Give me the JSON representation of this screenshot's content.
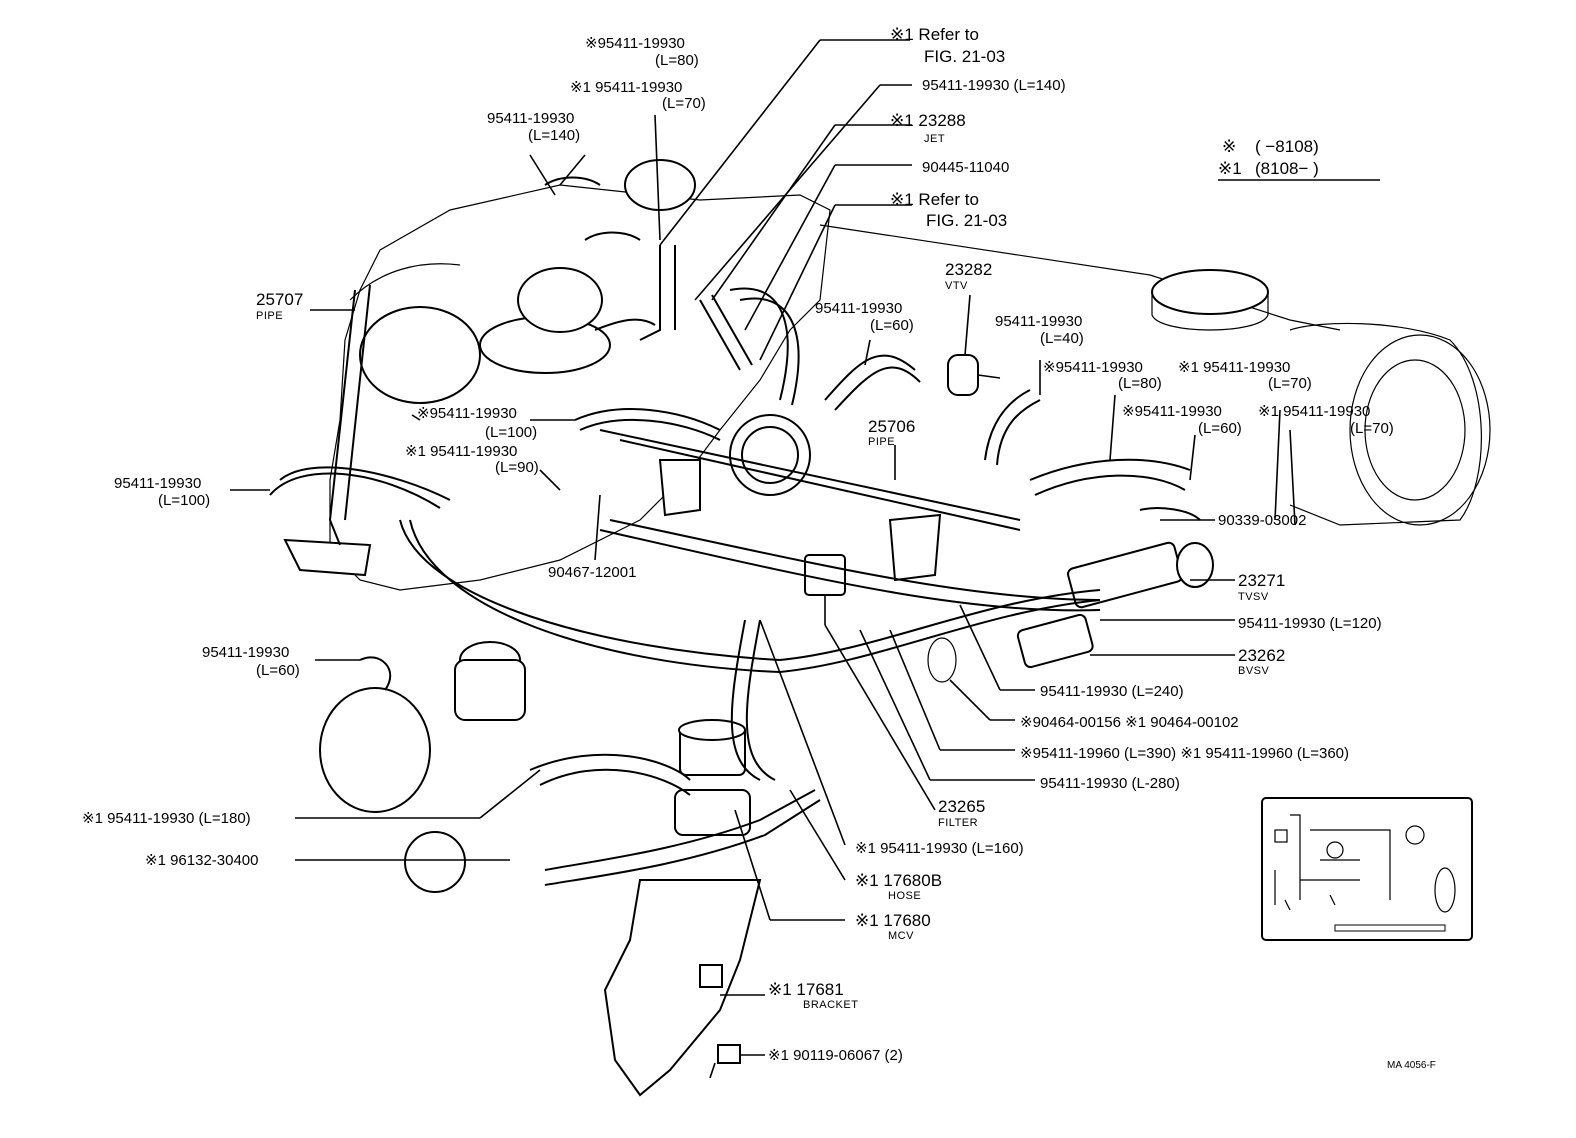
{
  "legend": {
    "row1_mark": "※",
    "row1_range": "(      −8108)",
    "row2_mark": "※1",
    "row2_range": "(8108−         )"
  },
  "labels": {
    "a1": {
      "pn": "※95411-19930",
      "sub": "(L=80)"
    },
    "a2": {
      "pn": "※1 95411-19930",
      "sub": "(L=70)"
    },
    "a3": {
      "pn": "95411-19930",
      "sub": "(L=140)"
    },
    "a4": {
      "pn": "※1 Refer to",
      "sub": "FIG. 21-03"
    },
    "a5": {
      "pn": "95411-19930 (L=140)"
    },
    "a6": {
      "pn": "※1 23288",
      "sub": "JET"
    },
    "a7": {
      "pn": "90445-11040"
    },
    "a8": {
      "pn": "※1 Refer to",
      "sub": "FIG. 21-03"
    },
    "a9": {
      "pn": "25707",
      "sub": "PIPE"
    },
    "a10": {
      "pn": "23282",
      "sub": "VTV"
    },
    "a11": {
      "pn": "95411-19930",
      "sub": "(L=60)"
    },
    "a12": {
      "pn": "95411-19930",
      "sub": "(L=40)"
    },
    "a13": {
      "pn": "※95411-19930",
      "sub": "(L=80)"
    },
    "a14": {
      "pn": "※1 95411-19930",
      "sub": "(L=70)"
    },
    "a15": {
      "pn": "※95411-19930",
      "sub": "(L=60)"
    },
    "a16": {
      "pn": "※1 95411-19930",
      "sub": "(L=70)"
    },
    "a17": {
      "pn": "※95411-19930",
      "sub": "(L=100)"
    },
    "a18": {
      "pn": "※1 95411-19930",
      "sub": "(L=90)"
    },
    "a19": {
      "pn": "25706",
      "sub": "PIPE"
    },
    "a20": {
      "pn": "95411-19930",
      "sub": "(L=100)"
    },
    "a21": {
      "pn": "90339-03002"
    },
    "a22": {
      "pn": "90467-12001"
    },
    "a23": {
      "pn": "23271",
      "sub": "TVSV"
    },
    "a24": {
      "pn": "95411-19930 (L=120)"
    },
    "a25": {
      "pn": "95411-19930",
      "sub": "(L=60)"
    },
    "a26": {
      "pn": "23262",
      "sub": "BVSV"
    },
    "a27": {
      "pn": "95411-19930 (L=240)"
    },
    "a28": {
      "pn": "※90464-00156 ※1 90464-00102"
    },
    "a29": {
      "pn": "※95411-19960 (L=390) ※1 95411-19960 (L=360)"
    },
    "a30": {
      "pn": "95411-19930 (L-280)"
    },
    "a31": {
      "pn": "※1 95411-19930 (L=180)"
    },
    "a32": {
      "pn": "23265",
      "sub": "FILTER"
    },
    "a33": {
      "pn": "※1 96132-30400"
    },
    "a34": {
      "pn": "※1 95411-19930 (L=160)"
    },
    "a35": {
      "pn": "※1 17680B",
      "sub": "HOSE"
    },
    "a36": {
      "pn": "※1 17680",
      "sub": "MCV"
    },
    "a37": {
      "pn": "※1 17681",
      "sub": "BRACKET"
    },
    "a38": {
      "pn": "※1 90119-06067 (2)"
    }
  },
  "figure_code": "MA 4056-F"
}
